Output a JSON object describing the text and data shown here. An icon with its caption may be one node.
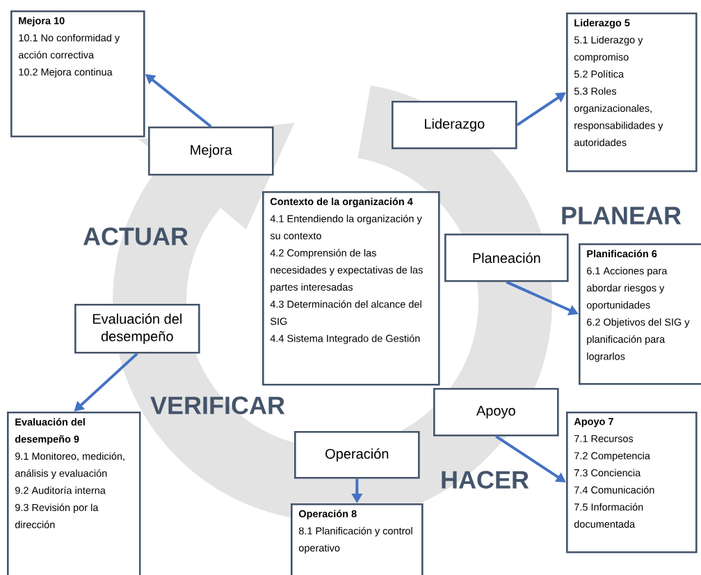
{
  "diagram": {
    "nodes": [
      {
        "text": [
          "Mejora 10",
          "10.1 No conformidad y acción correctiva",
          "10.2 Mejora continua"
        ]
      },
      {
        "text": [
          "Liderazgo 5",
          "5.1 Liderazgo y compromiso",
          "5.2 Política",
          "5.3 Roles organizacionales, responsabilidades y autoridades"
        ]
      },
      {
        "text": [
          "Liderazgo"
        ]
      },
      {
        "text": [
          "Mejora"
        ]
      },
      {
        "text": [
          "Contexto de la organización 4",
          "4.1 Entendiendo la organización y su contexto",
          "4.2 Comprensión de las necesidades y expectativas de las partes interesadas",
          "4.3 Determinación del alcance del SIG",
          "4.4 Sistema Integrado de Gestión"
        ]
      },
      {
        "text": [
          "Planeación"
        ]
      },
      {
        "text": [
          "Planificación 6",
          "6.1 Acciones para abordar riesgos y oportunidades",
          "6.2 Objetivos del SIG y planificación para lograrlos"
        ]
      },
      {
        "text": [
          "Evaluación del desempeño"
        ]
      },
      {
        "text": [
          "Apoyo"
        ]
      },
      {
        "text": [
          "Apoyo 7",
          "7.1 Recursos",
          "7.2 Competencia",
          "7.3 Conciencia",
          "7.4 Comunicación",
          "7.5 Información documentada"
        ]
      },
      {
        "text": [
          "Operación"
        ]
      },
      {
        "text": [
          "Evaluación del desempeño 9",
          "9.1 Monitoreo, medición, análisis y evaluación",
          "9.2 Auditoría interna",
          "9.3 Revisión por la dirección"
        ]
      },
      {
        "text": [
          "Operación 8",
          "8.1 Planificación y control operativo"
        ]
      }
    ],
    "edges": [
      {
        "from": 3,
        "to": 0,
        "arrow": "to"
      },
      {
        "from": 2,
        "to": 1,
        "arrow": "to"
      },
      {
        "from": 5,
        "to": 6,
        "arrow": "to"
      },
      {
        "from": 7,
        "to": 11,
        "arrow": "to"
      },
      {
        "from": 8,
        "to": 9,
        "arrow": "to"
      },
      {
        "from": 10,
        "to": 12,
        "arrow": "to"
      }
    ],
    "labels": [
      "ACTUAR",
      "PLANEAR",
      "VERIFICAR",
      "HACER"
    ]
  }
}
